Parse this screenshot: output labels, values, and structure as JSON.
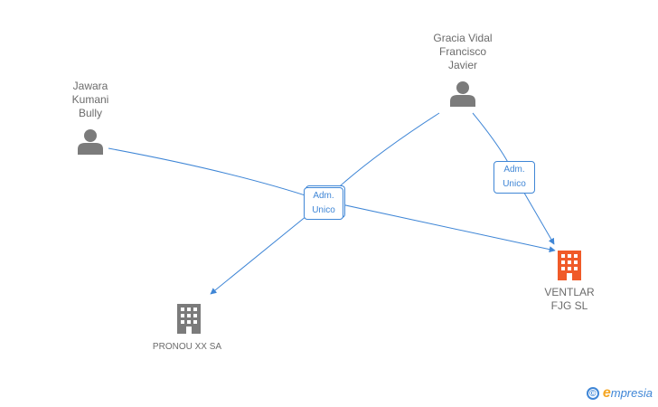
{
  "nodes": {
    "jawara": {
      "lines": [
        "Jawara",
        "Kumani",
        "Bully"
      ],
      "kind": "person"
    },
    "gracia": {
      "lines": [
        "Gracia Vidal",
        "Francisco",
        "Javier"
      ],
      "kind": "person"
    },
    "ventlar": {
      "lines": [
        "VENTLAR",
        "FJG  SL"
      ],
      "kind": "company-main"
    },
    "pronou": {
      "lines": [
        "PRONOU XX SA"
      ],
      "kind": "company"
    }
  },
  "edge_labels": {
    "center": [
      "Adm.",
      "Unico"
    ],
    "right": [
      "Adm.",
      "Unico"
    ]
  },
  "colors": {
    "edge": "#3f86d6",
    "person": "#7b7b7b",
    "company": "#7b7b7b",
    "company_main": "#f05a28",
    "text": "#6b6b6b"
  },
  "footer": {
    "copyright": "©",
    "brand_initial": "e",
    "brand_rest": "mpresia"
  }
}
